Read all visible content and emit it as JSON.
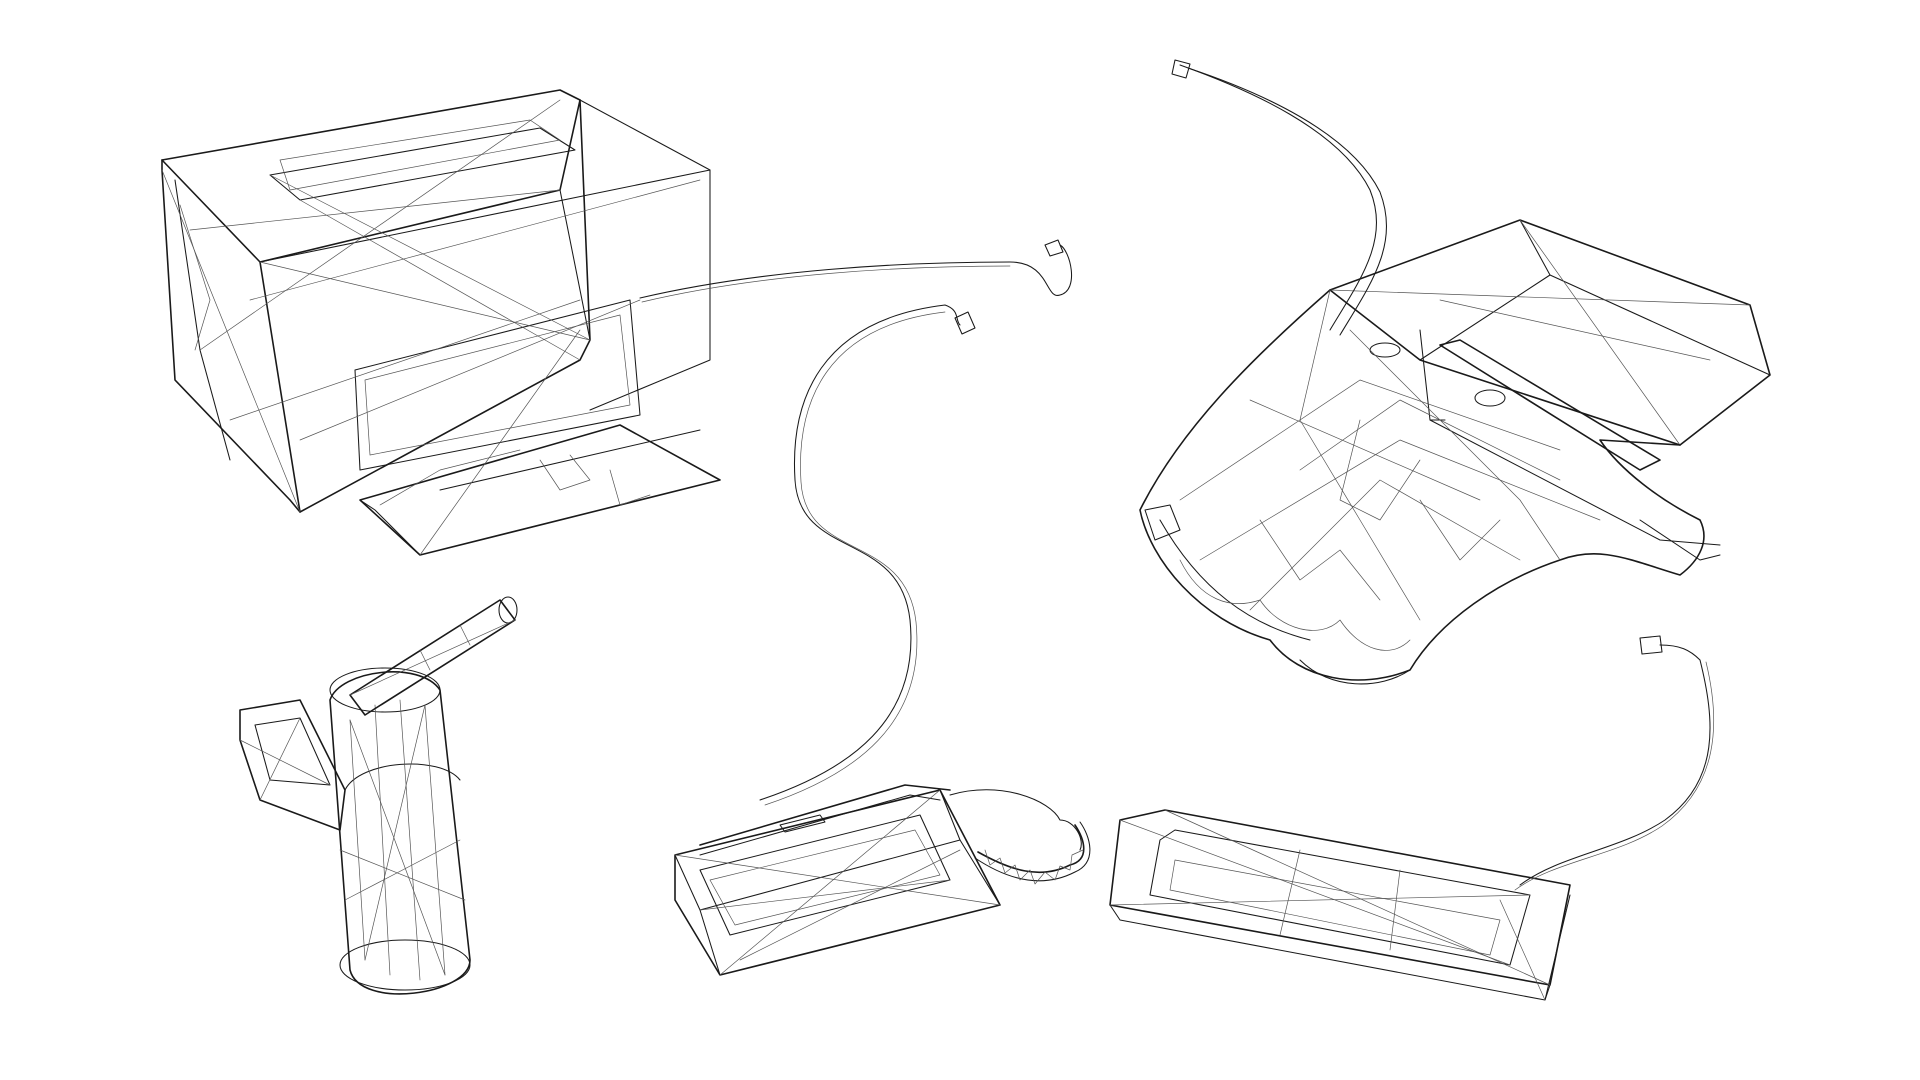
{
  "scene": {
    "colors": {
      "background": "#ffffff",
      "stroke": "#1a1a1a",
      "stroke_light": "#555555"
    },
    "objects": [
      {
        "name": "crt-monitor-wireframe"
      },
      {
        "name": "game-console-controller-wireframe"
      },
      {
        "name": "handheld-scanner-wireframe"
      },
      {
        "name": "stylus-tablet-wireframe"
      },
      {
        "name": "flat-keyboard-wireframe"
      }
    ]
  }
}
